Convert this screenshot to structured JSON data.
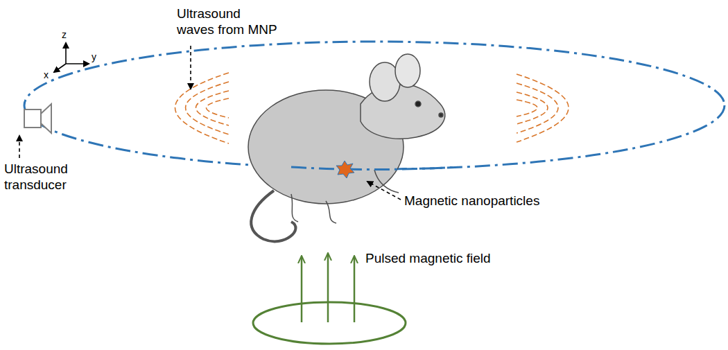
{
  "diagram": {
    "labels": [
      "Ultrasound waves from MNP",
      "Ultrasound transducer",
      "Magnetic nanoparticles",
      "Pulsed magnetic field",
      "z",
      "x",
      "y"
    ]
  }
}
